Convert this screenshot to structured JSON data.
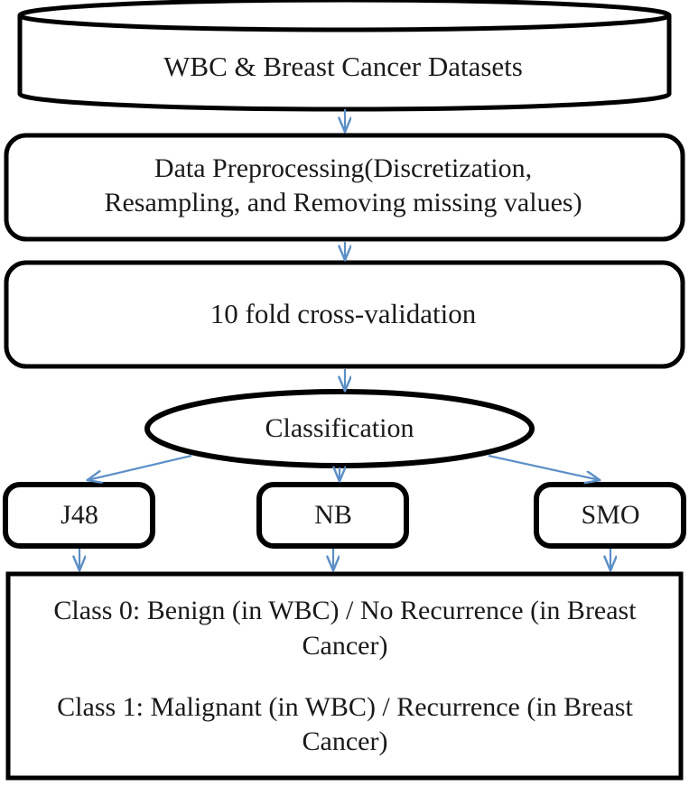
{
  "diagram": {
    "title": "Breast Cancer Classification Workflow Flowchart",
    "colors": {
      "stroke": "#000000",
      "fill": "#ffffff",
      "text": "#1a1a1a",
      "arrow": "#5B8FC7"
    },
    "nodes": {
      "data_source": {
        "shape": "cylinder",
        "label": "WBC & Breast Cancer Datasets"
      },
      "preprocessing": {
        "shape": "rounded-rectangle",
        "label": "Data Preprocessing(Discretization,\nResampling, and Removing missing values)"
      },
      "cross_validation": {
        "shape": "rounded-rectangle",
        "label": "10 fold cross-validation"
      },
      "classification": {
        "shape": "ellipse",
        "label": "Classification"
      },
      "classifier_j48": {
        "shape": "rounded-rectangle",
        "label": "J48"
      },
      "classifier_nb": {
        "shape": "rounded-rectangle",
        "label": "NB"
      },
      "classifier_smo": {
        "shape": "rounded-rectangle",
        "label": "SMO"
      },
      "results": {
        "shape": "rectangle",
        "line_0": "Class 0: Benign (in WBC) / No Recurrence (in Breast Cancer)",
        "line_1": "Class 1: Malignant (in WBC) / Recurrence (in Breast Cancer)"
      }
    },
    "edges": [
      {
        "from": "data_source",
        "to": "preprocessing",
        "style": "straight-down-arrow"
      },
      {
        "from": "preprocessing",
        "to": "cross_validation",
        "style": "straight-down-arrow"
      },
      {
        "from": "cross_validation",
        "to": "classification",
        "style": "straight-down-arrow"
      },
      {
        "from": "classification",
        "to": "classifier_j48",
        "style": "diagonal-down-left-arrow"
      },
      {
        "from": "classification",
        "to": "classifier_nb",
        "style": "straight-down-arrow"
      },
      {
        "from": "classification",
        "to": "classifier_smo",
        "style": "diagonal-down-right-arrow"
      },
      {
        "from": "classifier_j48",
        "to": "results",
        "style": "straight-down-arrow"
      },
      {
        "from": "classifier_nb",
        "to": "results",
        "style": "straight-down-arrow"
      },
      {
        "from": "classifier_smo",
        "to": "results",
        "style": "straight-down-arrow"
      }
    ]
  }
}
